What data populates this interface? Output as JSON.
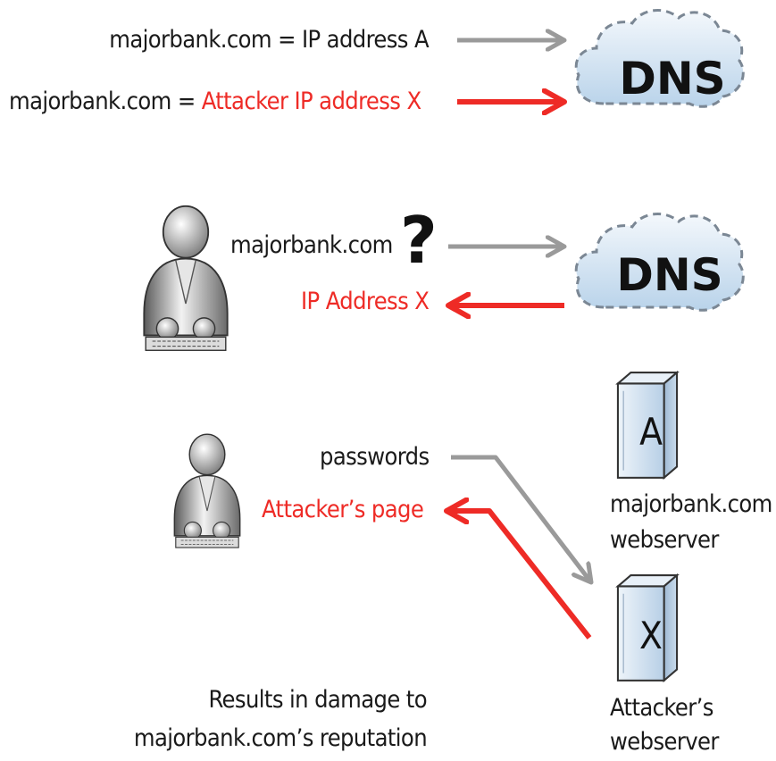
{
  "top_panel": {
    "legit_mapping": "majorbank.com = IP address A",
    "poisoned_prefix": "majorbank.com = ",
    "poisoned_value": "Attacker IP address X",
    "dns_label": "DNS"
  },
  "middle_panel": {
    "query": "majorbank.com",
    "question_mark": "?",
    "response": "IP Address X",
    "dns_label": "DNS"
  },
  "bottom_panel": {
    "sent": "passwords",
    "received": "Attacker’s page",
    "legit_server_letter": "A",
    "legit_server_label_line1": "majorbank.com",
    "legit_server_label_line2": "webserver",
    "attacker_server_letter": "X",
    "attacker_server_label_line1": "Attacker’s",
    "attacker_server_label_line2": "webserver",
    "result_line1": "Results in damage to",
    "result_line2": "majorbank.com’s reputation"
  },
  "colors": {
    "arrow_gray": "#9a9a9a",
    "arrow_red": "#ee2b26",
    "cloud_fill": "#d6e6f4",
    "server_fill": "#c9dcec"
  }
}
